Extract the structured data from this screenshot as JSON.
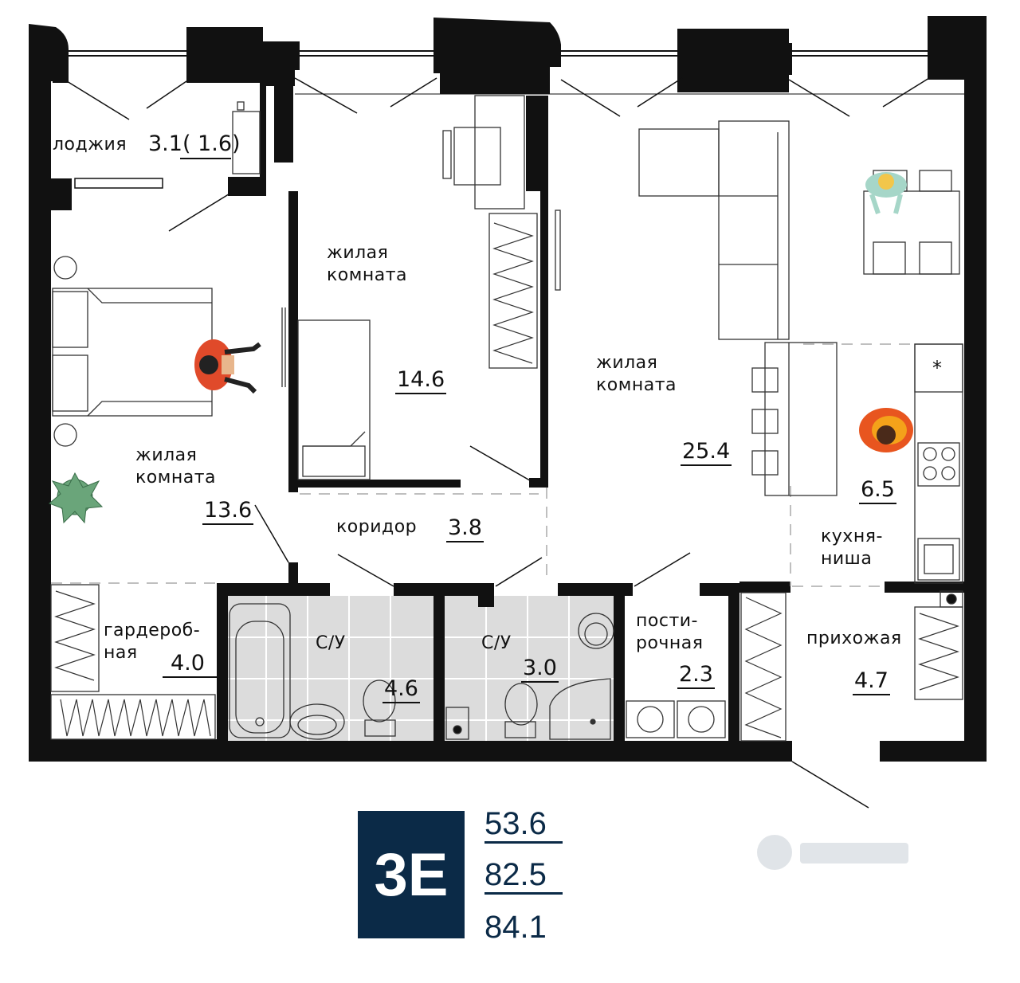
{
  "rooms": {
    "loggia": {
      "label": "лоджия",
      "area": "3.1( 1.6)"
    },
    "bedroom_left": {
      "label_line1": "жилая",
      "label_line2": "комната",
      "area": "13.6"
    },
    "bedroom_mid": {
      "label_line1": "жилая",
      "label_line2": "комната",
      "area": "14.6"
    },
    "living": {
      "label_line1": "жилая",
      "label_line2": "комната",
      "area": "25.4"
    },
    "kitchen": {
      "label_line1": "кухня-",
      "label_line2": "ниша",
      "area": "6.5"
    },
    "corridor": {
      "label": "коридор",
      "area": "3.8"
    },
    "wardrobe": {
      "label_line1": "гардероб-",
      "label_line2": "ная",
      "area": "4.0"
    },
    "bath1": {
      "label": "С/У",
      "area": "4.6"
    },
    "bath2": {
      "label": "С/У",
      "area": "3.0"
    },
    "laundry": {
      "label_line1": "пости-",
      "label_line2": "рочная",
      "area": "2.3"
    },
    "hall": {
      "label": "прихожая",
      "area": "4.7"
    }
  },
  "fridge_mark": "*",
  "summary": {
    "code": "3E",
    "living_area": "53.6",
    "total_area": "82.5",
    "total_with_loggia": "84.1"
  },
  "colors": {
    "wall": "#111111",
    "tile": "#dcdcdc",
    "badge": "#0b2a47",
    "plant": "#6aa57a"
  }
}
